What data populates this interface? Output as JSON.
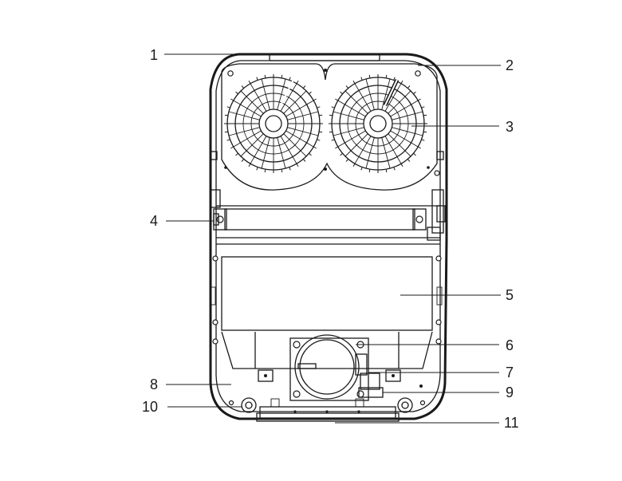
{
  "figure": {
    "type": "exploded-parts-diagram",
    "callouts": [
      {
        "id": "c1",
        "label": "1"
      },
      {
        "id": "c2",
        "label": "2"
      },
      {
        "id": "c3",
        "label": "3"
      },
      {
        "id": "c4",
        "label": "4"
      },
      {
        "id": "c5",
        "label": "5"
      },
      {
        "id": "c6",
        "label": "6"
      },
      {
        "id": "c7",
        "label": "7"
      },
      {
        "id": "c8",
        "label": "8"
      },
      {
        "id": "c9",
        "label": "9"
      },
      {
        "id": "c10",
        "label": "10"
      },
      {
        "id": "c11",
        "label": "11"
      }
    ]
  },
  "colors": {
    "line": "#1a1a1a",
    "background": "#ffffff"
  }
}
